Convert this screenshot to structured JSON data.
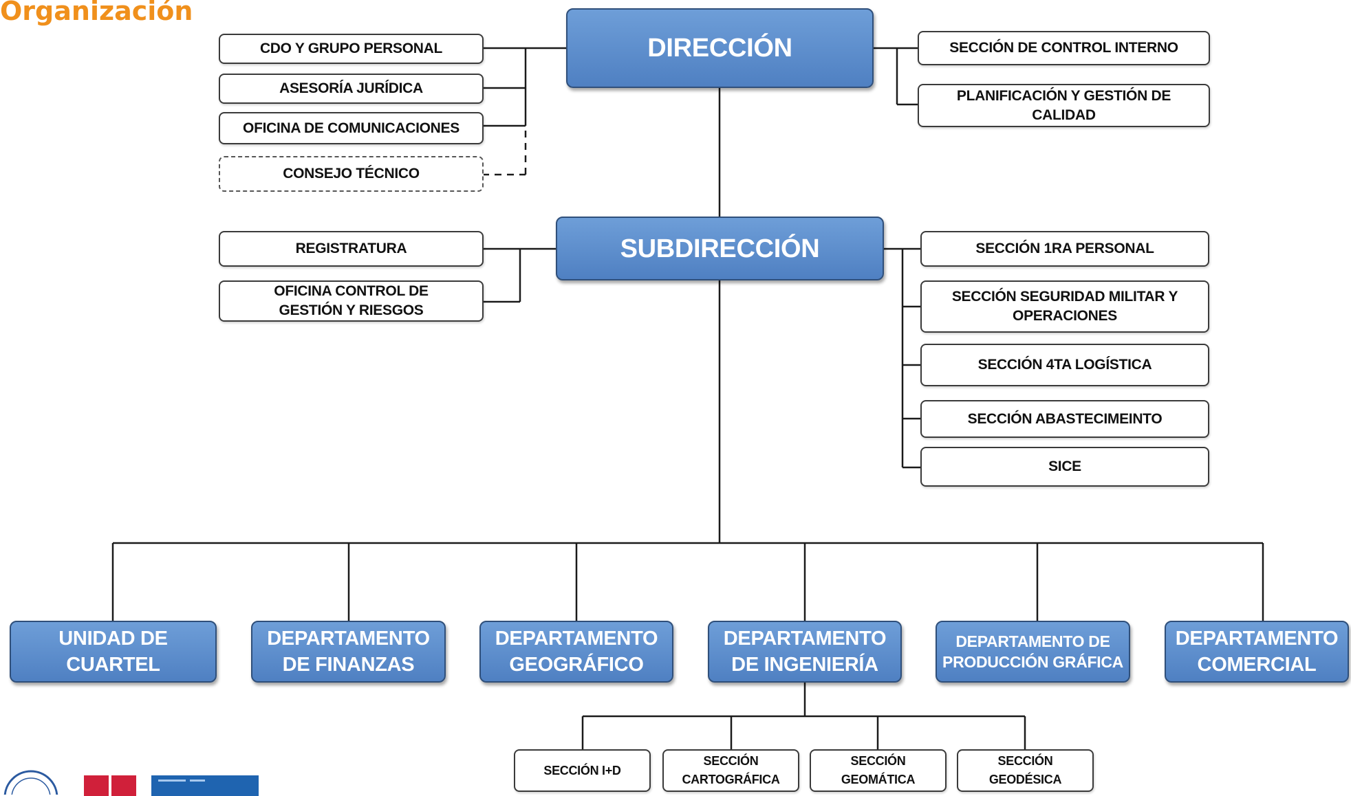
{
  "title": "Organización",
  "direccion": "DIRECCIÓN",
  "subdireccion": "SUBDIRECCIÓN",
  "left_staff": [
    "CDO Y GRUPO PERSONAL",
    "ASESORÍA JURÍDICA",
    "OFICINA DE COMUNICACIONES",
    "CONSEJO TÉCNICO"
  ],
  "right_staff": [
    "SECCIÓN DE CONTROL INTERNO",
    "PLANIFICACIÓN Y GESTIÓN DE CALIDAD"
  ],
  "sub_left": [
    "REGISTRATURA",
    "OFICINA CONTROL DE GESTIÓN Y RIESGOS"
  ],
  "sub_right": [
    "SECCIÓN 1RA PERSONAL",
    "SECCIÓN SEGURIDAD MILITAR Y OPERACIONES",
    "SECCIÓN 4TA LOGÍSTICA",
    "SECCIÓN ABASTECIMEINTO",
    "SICE"
  ],
  "departments": [
    "UNIDAD DE CUARTEL",
    "DEPARTAMENTO DE FINANZAS",
    "DEPARTAMENTO GEOGRÁFICO",
    "DEPARTAMENTO DE INGENIERÍA",
    "DEPARTAMENTO DE PRODUCCIÓN GRÁFICA",
    "DEPARTAMENTO COMERCIAL"
  ],
  "ingenieria_sections": [
    "SECCIÓN I+D",
    "SECCIÓN CARTOGRÁFICA",
    "SECCIÓN GEOMÁTICA",
    "SECCIÓN GEODÉSICA"
  ],
  "colors": {
    "title": "#f0901c",
    "box_blue": "#5b8bcb",
    "line": "#1a1a1a"
  }
}
